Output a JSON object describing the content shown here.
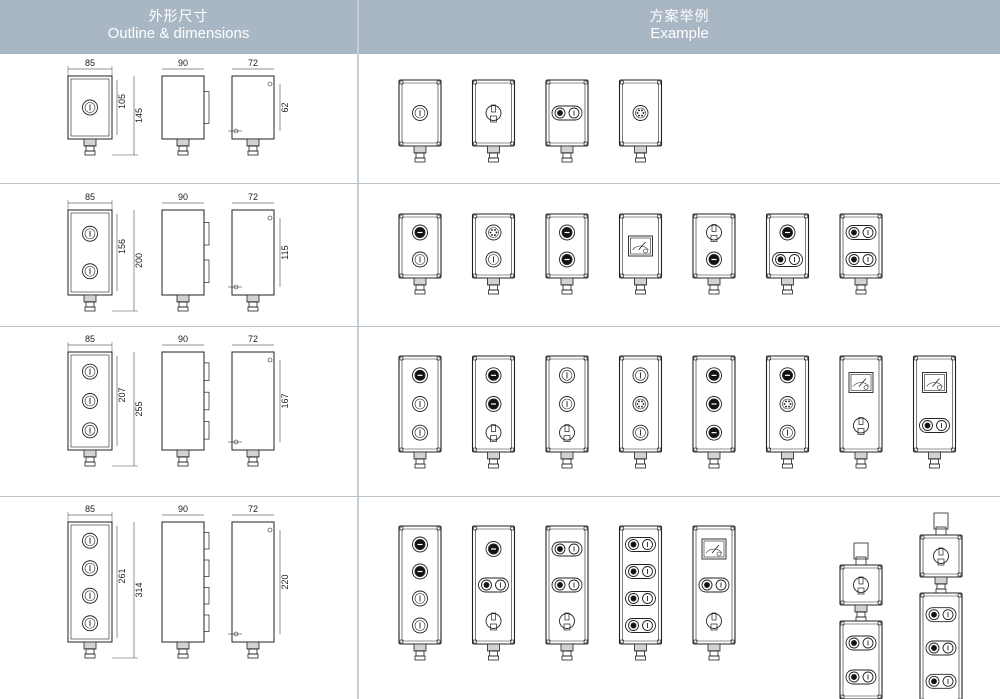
{
  "header": {
    "left_zh": "外形尺寸",
    "left_en": "Outline & dimensions",
    "right_zh": "方案举例",
    "right_en": "Example"
  },
  "rows": [
    {
      "width": "85",
      "depth": "90",
      "mount": "72",
      "hole_pitch": "105",
      "height": "145",
      "side_dim": "62",
      "slots": 1,
      "examples": [
        [
          "btn"
        ],
        [
          "key"
        ],
        [
          "dbl"
        ],
        [
          "plug"
        ]
      ]
    },
    {
      "width": "85",
      "depth": "90",
      "mount": "72",
      "hole_pitch": "156",
      "height": "200",
      "side_dim": "115",
      "slots": 2,
      "examples": [
        [
          "mush",
          "btn"
        ],
        [
          "plug",
          "btn"
        ],
        [
          "mush",
          "mush"
        ],
        [
          "meter"
        ],
        [
          "key",
          "mush"
        ],
        [
          "mush",
          "dbl"
        ],
        [
          "dbl",
          "dbl"
        ]
      ]
    },
    {
      "width": "85",
      "depth": "90",
      "mount": "72",
      "hole_pitch": "207",
      "height": "255",
      "side_dim": "167",
      "slots": 3,
      "examples": [
        [
          "mush",
          "btn",
          "btn"
        ],
        [
          "mush",
          "mush",
          "key"
        ],
        [
          "btn",
          "btn",
          "key"
        ],
        [
          "btn",
          "plug",
          "btn"
        ],
        [
          "mush",
          "mush",
          "mush"
        ],
        [
          "mush",
          "plug",
          "btn"
        ],
        [
          "meter",
          "key"
        ],
        [
          "meter",
          "dbl"
        ]
      ]
    },
    {
      "width": "85",
      "depth": "90",
      "mount": "72",
      "hole_pitch": "261",
      "height": "314",
      "side_dim": "220",
      "slots": 4,
      "examples": [
        [
          "mush",
          "mush",
          "btn",
          "btn"
        ],
        [
          "mush",
          "dbl",
          "key"
        ],
        [
          "dbl",
          "dbl",
          "key"
        ],
        [
          "dbl",
          "dbl",
          "dbl",
          "dbl"
        ],
        [
          "meter",
          "dbl",
          "key"
        ]
      ]
    }
  ],
  "combos": [
    {
      "top": [
        "key"
      ],
      "bottom": [
        "dbl",
        "dbl"
      ]
    },
    {
      "top": [
        "key"
      ],
      "bottom": [
        "dbl",
        "dbl",
        "dbl"
      ]
    }
  ]
}
